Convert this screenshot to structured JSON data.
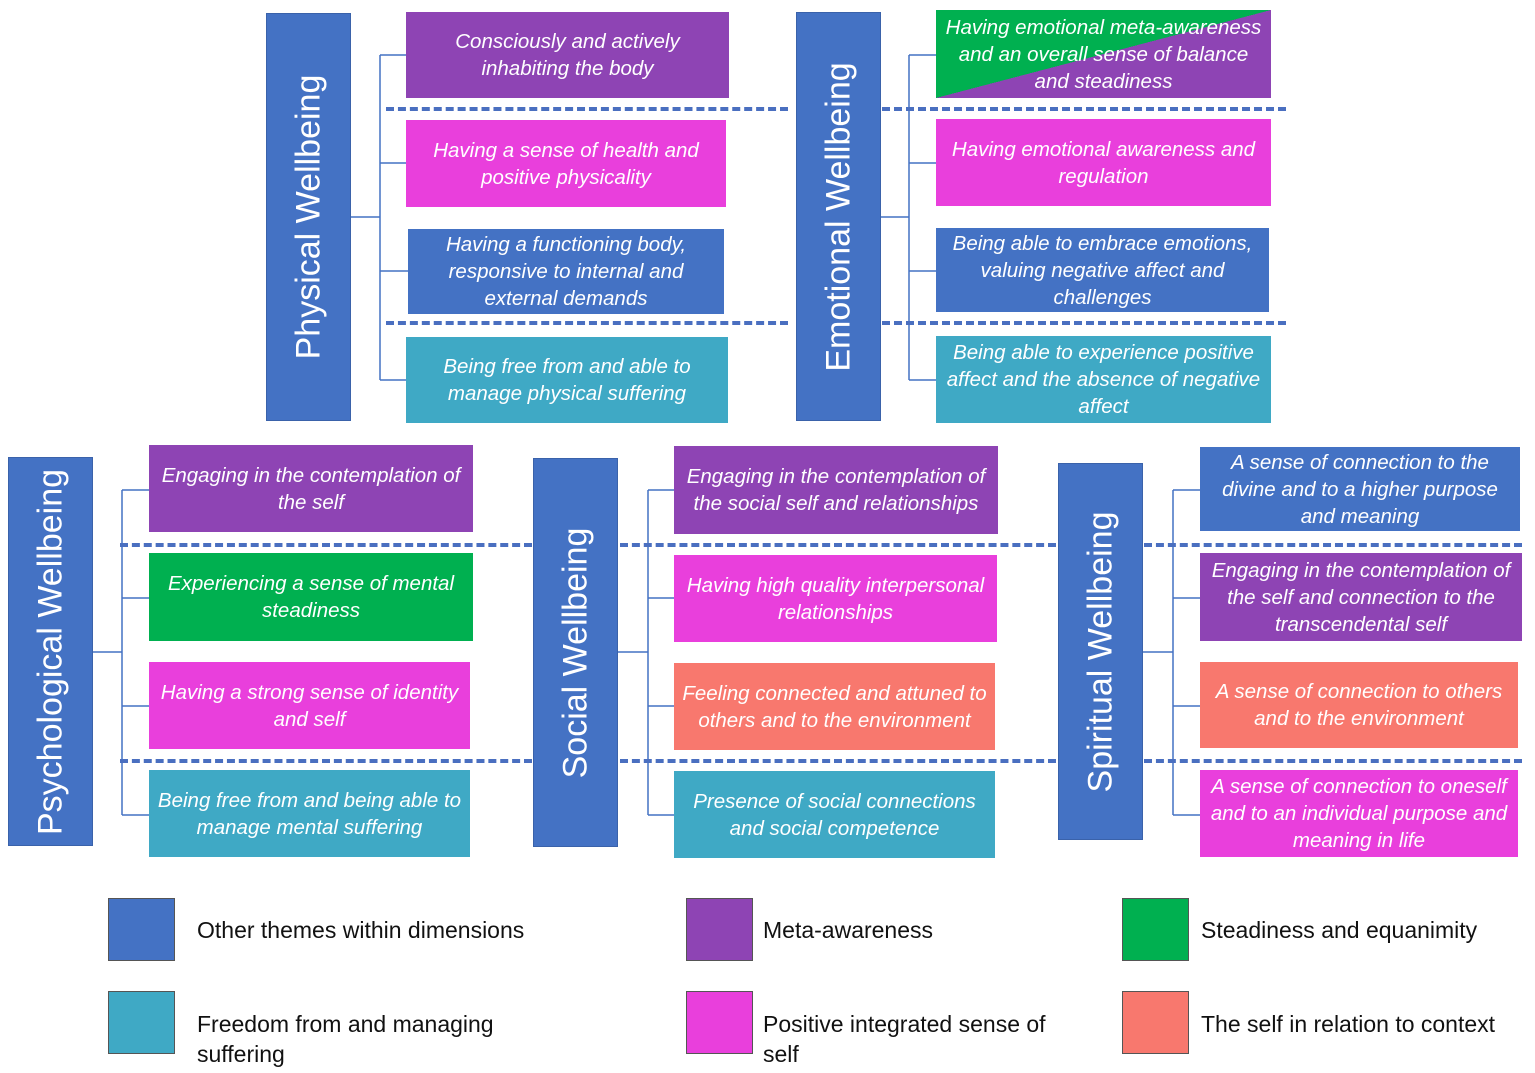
{
  "dimensions": {
    "physical": "Physical Wellbeing",
    "emotional": "Emotional Wellbeing",
    "psychological": "Psychological Wellbeing",
    "social": "Social Wellbeing",
    "spiritual": "Spiritual Wellbeing"
  },
  "themes": {
    "physical": [
      {
        "text": "Consciously and actively inhabiting the body",
        "category": "meta_awareness"
      },
      {
        "text": "Having a sense of health and positive physicality",
        "category": "positive_self"
      },
      {
        "text": "Having a functioning body, responsive to internal and external demands",
        "category": "other"
      },
      {
        "text": "Being free from and able to manage physical suffering",
        "category": "freedom"
      }
    ],
    "emotional": [
      {
        "text": "Having emotional meta-awareness and an overall sense of balance and steadiness",
        "category": "steadiness + meta_awareness"
      },
      {
        "text": "Having emotional awareness and regulation",
        "category": "positive_self"
      },
      {
        "text": "Being able to embrace emotions, valuing negative affect and challenges",
        "category": "other"
      },
      {
        "text": "Being able to experience positive affect and the absence of negative affect",
        "category": "freedom"
      }
    ],
    "psychological": [
      {
        "text": "Engaging in the contemplation of the self",
        "category": "meta_awareness"
      },
      {
        "text": "Experiencing a sense of mental steadiness",
        "category": "steadiness"
      },
      {
        "text": "Having a strong sense of identity and self",
        "category": "positive_self"
      },
      {
        "text": "Being free from and being able to manage mental suffering",
        "category": "freedom"
      }
    ],
    "social": [
      {
        "text": "Engaging in the contemplation of the social self and relationships",
        "category": "meta_awareness"
      },
      {
        "text": "Having high quality interpersonal relationships",
        "category": "positive_self"
      },
      {
        "text": "Feeling connected and attuned to others and to the environment",
        "category": "self_context"
      },
      {
        "text": "Presence of social connections and social competence",
        "category": "freedom"
      }
    ],
    "spiritual": [
      {
        "text": "A sense of connection to the divine and to a higher purpose and meaning",
        "category": "other"
      },
      {
        "text": "Engaging in the contemplation of the self and connection to the transcendental self",
        "category": "meta_awareness"
      },
      {
        "text": "A sense of connection to others and to the environment",
        "category": "self_context"
      },
      {
        "text": "A sense of connection to oneself and to an individual purpose and meaning in life",
        "category": "positive_self"
      }
    ]
  },
  "legend": [
    {
      "label": "Other themes within dimensions",
      "color": "#4472C4"
    },
    {
      "label": "Meta-awareness",
      "color": "#8E44B4"
    },
    {
      "label": "Steadiness and equanimity",
      "color": "#00B050"
    },
    {
      "label": "Freedom from and managing suffering",
      "color": "#3FA9C5"
    },
    {
      "label": "Positive integrated sense of self",
      "color": "#E93FDC"
    },
    {
      "label": "The self in relation to context",
      "color": "#F8786E"
    }
  ]
}
